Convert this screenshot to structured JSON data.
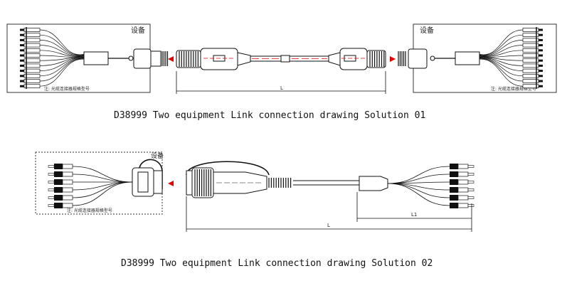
{
  "solution1": {
    "caption": "D38999 Two equipment Link connection drawing Solution 01",
    "left_box_label": "设备",
    "right_box_label": "设备",
    "left_note": "注: 光缆连接器规格型号",
    "right_note": "注: 光缆连接器规格型号",
    "length_label": "L",
    "fanout_count": 12
  },
  "solution2": {
    "caption": "D38999 Two equipment Link connection drawing Solution 02",
    "box_label": "设备",
    "note": "注: 光缆连接器规格型号",
    "length_label": "L",
    "sublength_label": "L1",
    "fanout_count": 6
  },
  "colors": {
    "line": "#111111",
    "accent": "#e00000",
    "frame": "#333333"
  }
}
